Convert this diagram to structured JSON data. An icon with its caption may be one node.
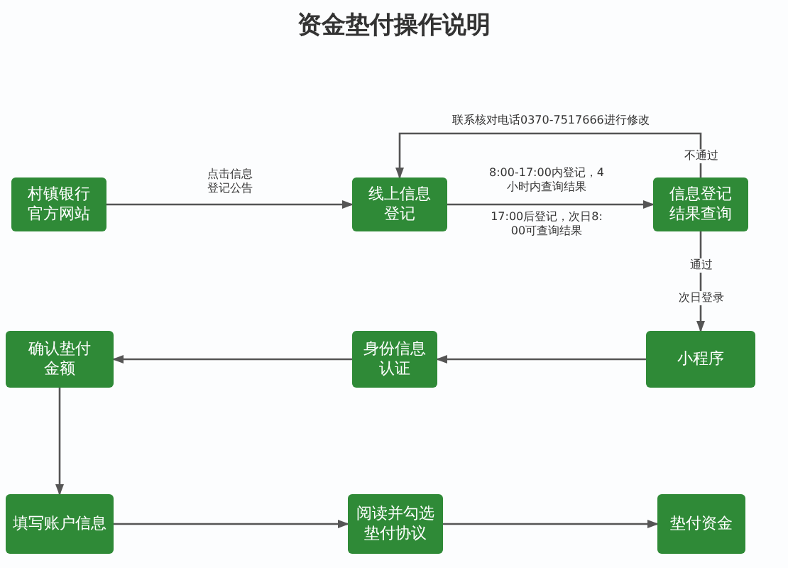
{
  "diagram": {
    "title": "资金垫付操作说明",
    "nodes": [
      {
        "text": [
          "村镇银行官方网站"
        ]
      },
      {
        "text": [
          "线上信息登记"
        ]
      },
      {
        "text": [
          "信息登记结果查询"
        ]
      },
      {
        "text": [
          "小程序"
        ]
      },
      {
        "text": [
          "身份信息认证"
        ]
      },
      {
        "text": [
          "确认垫付金额"
        ]
      },
      {
        "text": [
          "填写账户信息"
        ]
      },
      {
        "text": [
          "阅读并勾选垫付协议"
        ]
      },
      {
        "text": [
          "垫付资金"
        ]
      }
    ],
    "edges": [
      {
        "from": 0,
        "to": 1,
        "arrow": "to",
        "label": "点击信息登记公告"
      },
      {
        "from": 1,
        "to": 2,
        "arrow": "to",
        "label": "8:00-17:00内登记，4小时内查询结果"
      },
      {
        "from": 2,
        "to": 1,
        "arrow": "to",
        "label": "联系核对电话0370-7517666进行修改"
      },
      {
        "from": 2,
        "to": 3,
        "arrow": "to",
        "label": "通过"
      },
      {
        "from": 3,
        "to": 4,
        "arrow": "to"
      },
      {
        "from": 4,
        "to": 5,
        "arrow": "to"
      },
      {
        "from": 5,
        "to": 6,
        "arrow": "to"
      },
      {
        "from": 6,
        "to": 7,
        "arrow": "to"
      },
      {
        "from": 7,
        "to": 8,
        "arrow": "to"
      }
    ],
    "labels": [
      "不通过",
      "17:00后登记，次日8:00可查询结果",
      "次日登录"
    ]
  }
}
